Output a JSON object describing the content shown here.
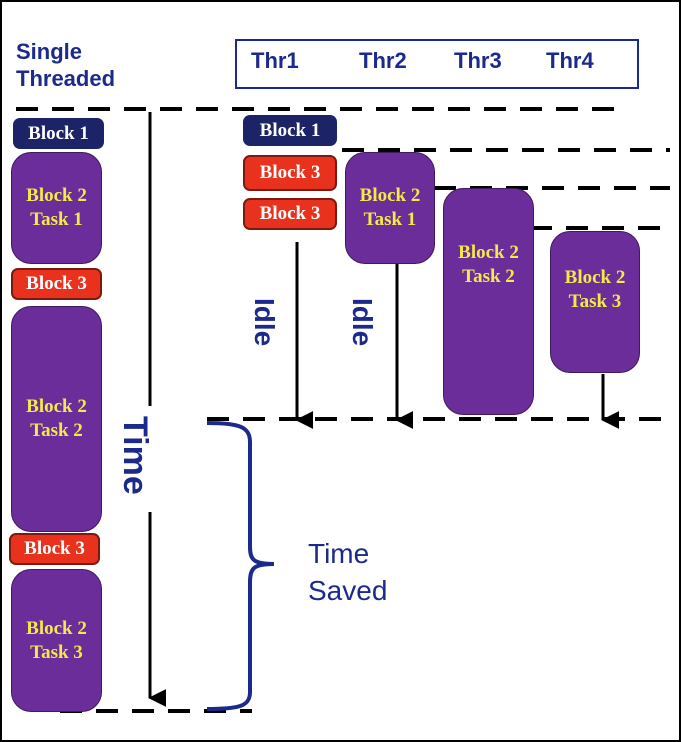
{
  "single_threaded": {
    "line1": "Single",
    "line2": "Threaded",
    "blocks": [
      {
        "line1": "Block 1",
        "line2": ""
      },
      {
        "line1": "Block 2",
        "line2": "Task 1"
      },
      {
        "line1": "Block 3",
        "line2": ""
      },
      {
        "line1": "Block 2",
        "line2": "Task 2"
      },
      {
        "line1": "Block 3",
        "line2": ""
      },
      {
        "line1": "Block 2",
        "line2": "Task 3"
      }
    ],
    "time_label": "Time"
  },
  "threads": {
    "headers": [
      "Thr1",
      "Thr2",
      "Thr3",
      "Thr4"
    ],
    "thr1_blocks": [
      {
        "line1": "Block 1"
      },
      {
        "line1": "Block 3"
      },
      {
        "line1": "Block 3"
      }
    ],
    "thr2_block": {
      "line1": "Block 2",
      "line2": "Task 1"
    },
    "thr3_block": {
      "line1": "Block 2",
      "line2": "Task 2"
    },
    "thr4_block": {
      "line1": "Block 2",
      "line2": "Task 3"
    },
    "idle_label": "Idle"
  },
  "time_saved": {
    "line1": "Time",
    "line2": "Saved"
  },
  "colors": {
    "navy_block": "#1c2366",
    "red_block": "#e8321e",
    "purple_block": "#6a2d9a",
    "block_text_yellow": "#f3ea4a",
    "label_blue": "#1c2a8c"
  }
}
